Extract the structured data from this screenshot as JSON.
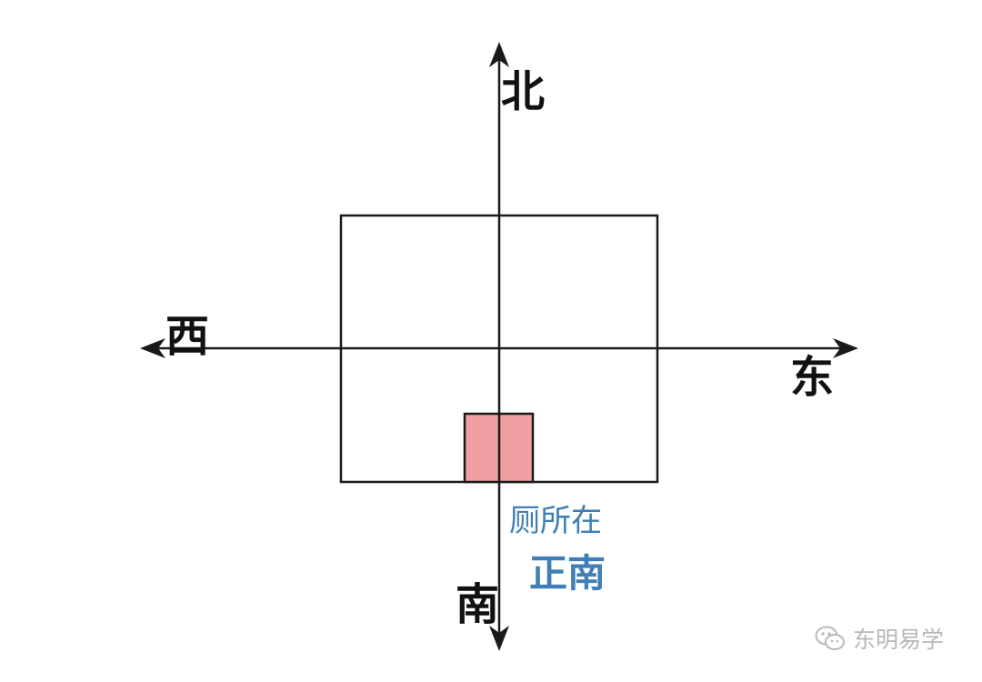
{
  "directions": {
    "north": "北",
    "south": "南",
    "east": "东",
    "west": "西"
  },
  "annotation": {
    "line1": "厕所在",
    "line2": "正南"
  },
  "colors": {
    "toilet_fill": "#f0a0a3",
    "annotation": "#3f7fb5",
    "line": "#1a1a1a",
    "watermark": "#b8b8b8"
  },
  "watermark": {
    "icon": "wechat-icon",
    "text": "东明易学"
  }
}
